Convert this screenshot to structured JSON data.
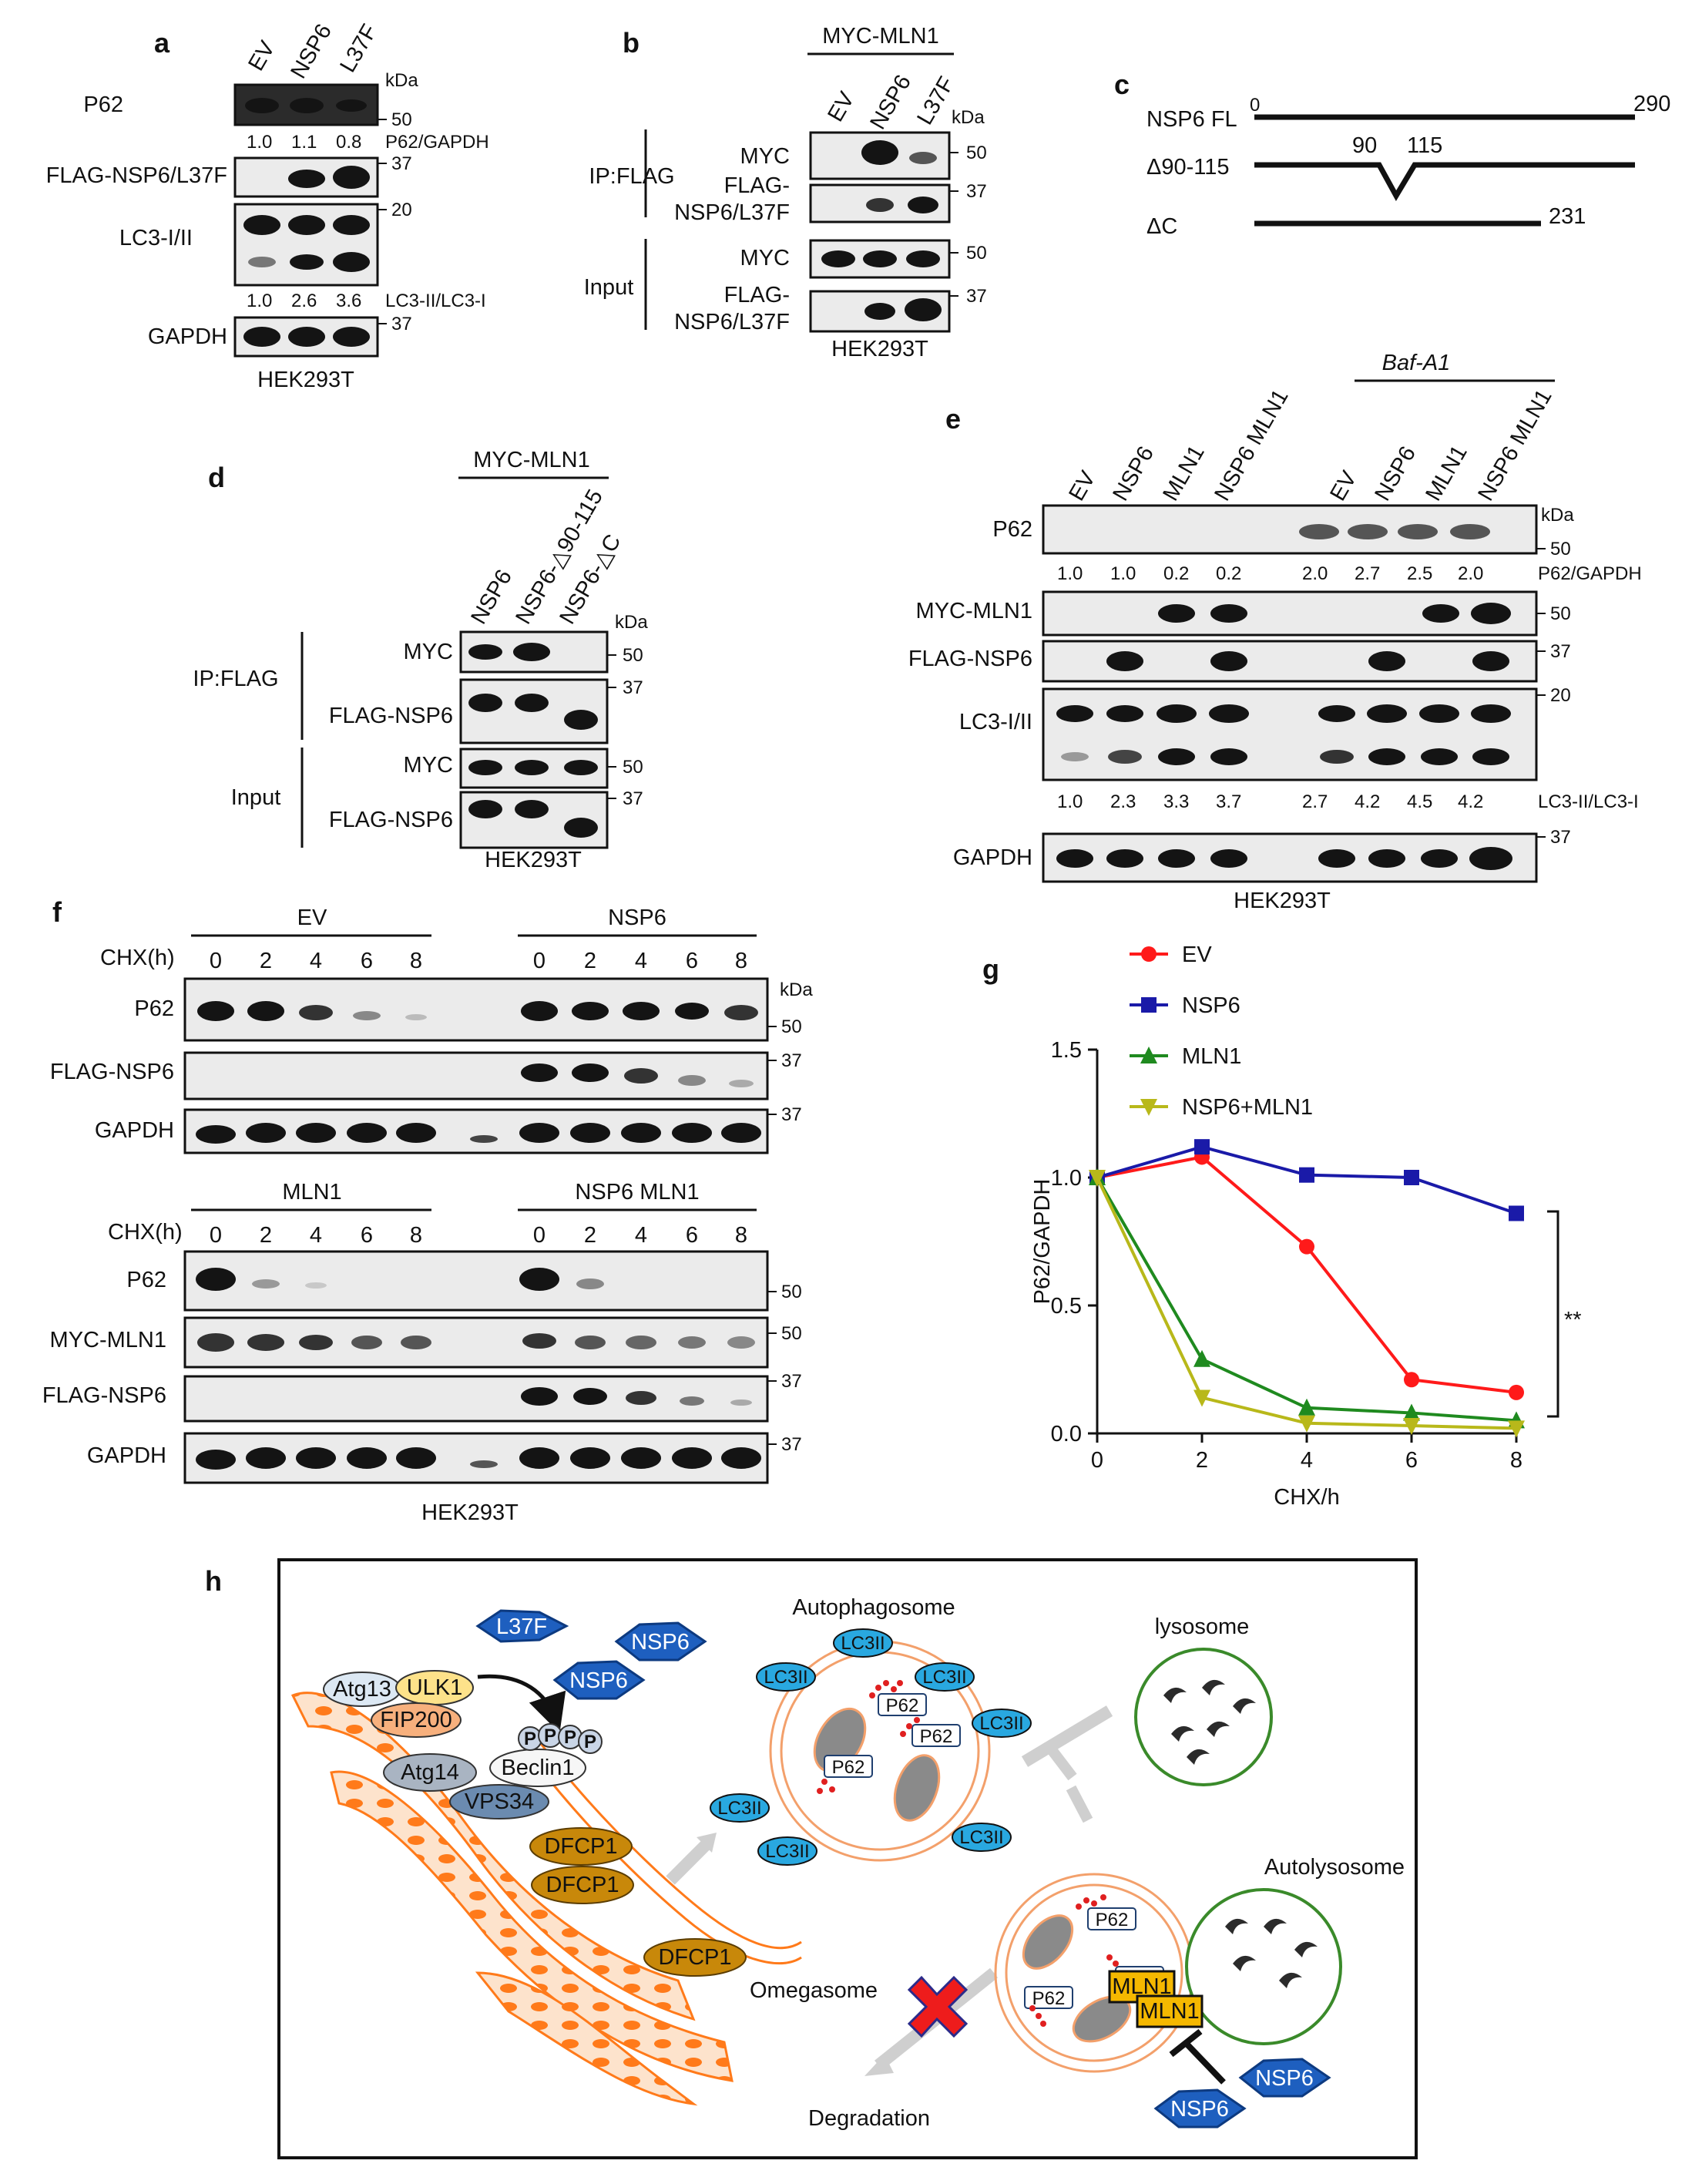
{
  "panels": {
    "a": {
      "letter": "a",
      "lanes": [
        "EV",
        "NSP6",
        "L37F"
      ],
      "kda": "kDa",
      "rows": [
        {
          "label": "P62",
          "marker": "50"
        },
        {
          "label": "FLAG-NSP6/L37F",
          "marker": "37"
        },
        {
          "label": "LC3-I/II",
          "marker": "20"
        },
        {
          "label": "GAPDH",
          "marker": "37"
        }
      ],
      "p62_ratio": {
        "values": [
          "1.0",
          "1.1",
          "0.8"
        ],
        "label": "P62/GAPDH"
      },
      "lc3_ratio": {
        "values": [
          "1.0",
          "2.6",
          "3.6"
        ],
        "label": "LC3-II/LC3-I"
      },
      "cell": "HEK293T"
    },
    "b": {
      "letter": "b",
      "header": "MYC-MLN1",
      "lanes": [
        "EV",
        "NSP6",
        "L37F"
      ],
      "kda": "kDa",
      "group_ip": "IP:FLAG",
      "group_input": "Input",
      "rows": [
        {
          "label": "MYC",
          "marker": "50"
        },
        {
          "label1": "FLAG-",
          "label2": "NSP6/L37F",
          "marker": "37"
        },
        {
          "label": "MYC",
          "marker": "50"
        },
        {
          "label1": "FLAG-",
          "label2": "NSP6/L37F",
          "marker": "37"
        }
      ],
      "cell": "HEK293T"
    },
    "c": {
      "letter": "c",
      "rows": [
        {
          "label": "NSP6 FL",
          "start": "0",
          "end": "290"
        },
        {
          "label": "Δ90-115",
          "del_start": "90",
          "del_end": "115"
        },
        {
          "label": "ΔC",
          "end": "231"
        }
      ]
    },
    "d": {
      "letter": "d",
      "header": "MYC-MLN1",
      "lanes": [
        "NSP6",
        "NSP6-△90-115",
        "NSP6-△C"
      ],
      "kda": "kDa",
      "group_ip": "IP:FLAG",
      "group_input": "Input",
      "rows": [
        {
          "label": "MYC",
          "marker": "50"
        },
        {
          "label": "FLAG-NSP6",
          "marker": "37"
        },
        {
          "label": "MYC",
          "marker": "50"
        },
        {
          "label": "FLAG-NSP6",
          "marker": "37"
        }
      ],
      "cell": "HEK293T"
    },
    "e": {
      "letter": "e",
      "treatment": "Baf-A1",
      "lanes": [
        "EV",
        "NSP6",
        "MLN1",
        "NSP6 MLN1",
        "EV",
        "NSP6",
        "MLN1",
        "NSP6 MLN1"
      ],
      "kda": "kDa",
      "rows": [
        {
          "label": "P62",
          "marker": "50"
        },
        {
          "label": "MYC-MLN1",
          "marker": "50"
        },
        {
          "label": "FLAG-NSP6",
          "marker": "37"
        },
        {
          "label": "LC3-I/II",
          "marker": "20"
        },
        {
          "label": "GAPDH",
          "marker": "37"
        }
      ],
      "p62_ratio": {
        "values": [
          "1.0",
          "1.0",
          "0.2",
          "0.2",
          "2.0",
          "2.7",
          "2.5",
          "2.0"
        ],
        "label": "P62/GAPDH"
      },
      "lc3_ratio": {
        "values": [
          "1.0",
          "2.3",
          "3.3",
          "3.7",
          "2.7",
          "4.2",
          "4.5",
          "4.2"
        ],
        "label": "LC3-II/LC3-I"
      },
      "cell": "HEK293T"
    },
    "f": {
      "letter": "f",
      "chx_label": "CHX(h)",
      "times": [
        "0",
        "2",
        "4",
        "6",
        "8"
      ],
      "groups_top": [
        "EV",
        "NSP6"
      ],
      "groups_bottom": [
        "MLN1",
        "NSP6 MLN1"
      ],
      "kda": "kDa",
      "rows_top": [
        {
          "label": "P62",
          "marker": "50"
        },
        {
          "label": "FLAG-NSP6",
          "marker": "37"
        },
        {
          "label": "GAPDH",
          "marker": "37"
        }
      ],
      "rows_bottom": [
        {
          "label": "P62",
          "marker": "50"
        },
        {
          "label": "MYC-MLN1",
          "marker": "50"
        },
        {
          "label": "FLAG-NSP6",
          "marker": "37"
        },
        {
          "label": "GAPDH",
          "marker": "37"
        }
      ],
      "cell": "HEK293T"
    },
    "g": {
      "letter": "g",
      "significance": "**"
    },
    "h": {
      "letter": "h",
      "labels": {
        "autophagosome": "Autophagosome",
        "lysosome": "lysosome",
        "autolysosome": "Autolysosome",
        "omegasome": "Omegasome",
        "degradation": "Degradation",
        "l37f": "L37F",
        "nsp6": "NSP6",
        "atg13": "Atg13",
        "ulk1": "ULK1",
        "fip200": "FIP200",
        "atg14": "Atg14",
        "beclin1": "Beclin1",
        "vps34": "VPS34",
        "dfcp1": "DFCP1",
        "lc3ii": "LC3II",
        "p62": "P62",
        "mln1": "MLN1",
        "p": "P"
      }
    }
  },
  "chart_data": {
    "type": "line",
    "xlabel": "CHX/h",
    "ylabel": "P62/GAPDH",
    "x": [
      0,
      2,
      4,
      6,
      8
    ],
    "xlim": [
      0,
      8
    ],
    "ylim": [
      0,
      1.5
    ],
    "xticks": [
      "0",
      "2",
      "4",
      "6",
      "8"
    ],
    "yticks": [
      "0.0",
      "0.5",
      "1.0",
      "1.5"
    ],
    "grid": false,
    "legend_position": "top-left",
    "series": [
      {
        "name": "EV",
        "values": [
          1.0,
          1.08,
          0.73,
          0.21,
          0.16
        ],
        "color": "#ff1a1a",
        "marker": "circle"
      },
      {
        "name": "NSP6",
        "values": [
          1.0,
          1.12,
          1.01,
          1.0,
          0.86
        ],
        "color": "#1a1aa8",
        "marker": "square"
      },
      {
        "name": "MLN1",
        "values": [
          1.0,
          0.29,
          0.1,
          0.08,
          0.05
        ],
        "color": "#1f8a1f",
        "marker": "triangle-up"
      },
      {
        "name": "NSP6+MLN1",
        "values": [
          1.0,
          0.14,
          0.04,
          0.03,
          0.02
        ],
        "color": "#b8b81a",
        "marker": "triangle-down"
      }
    ],
    "annotation": "**"
  }
}
